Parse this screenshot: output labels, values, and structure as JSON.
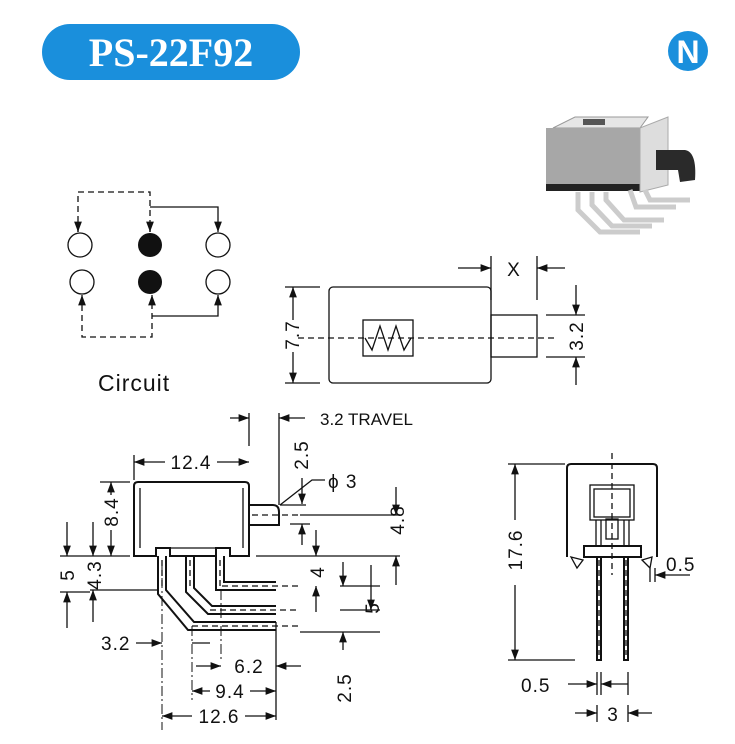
{
  "header": {
    "model": "PS-22F92",
    "brand_color": "#1a8fdc",
    "logo_letter": "N"
  },
  "circuit": {
    "label": "Circuit"
  },
  "top_view": {
    "x_label": "X",
    "height": "7.7",
    "plunger_width": "3.2"
  },
  "side_view": {
    "travel": "3.2 TRAVEL",
    "body_length": "12.4",
    "plunger_length": "2.5",
    "plunger_dia": "ϕ 3",
    "body_height": "8.4",
    "height_5": "5",
    "height_43": "4.3",
    "height_48": "4.8",
    "pitch_4": "4",
    "pitch_5": "5",
    "offset_32": "3.2",
    "lead_62": "6.2",
    "lead_94": "9.4",
    "lead_126": "12.6",
    "tip_25": "2.5"
  },
  "front_view": {
    "height": "17.6",
    "tab": "0.5",
    "pin_width": "0.5",
    "pin_pitch": "3"
  }
}
